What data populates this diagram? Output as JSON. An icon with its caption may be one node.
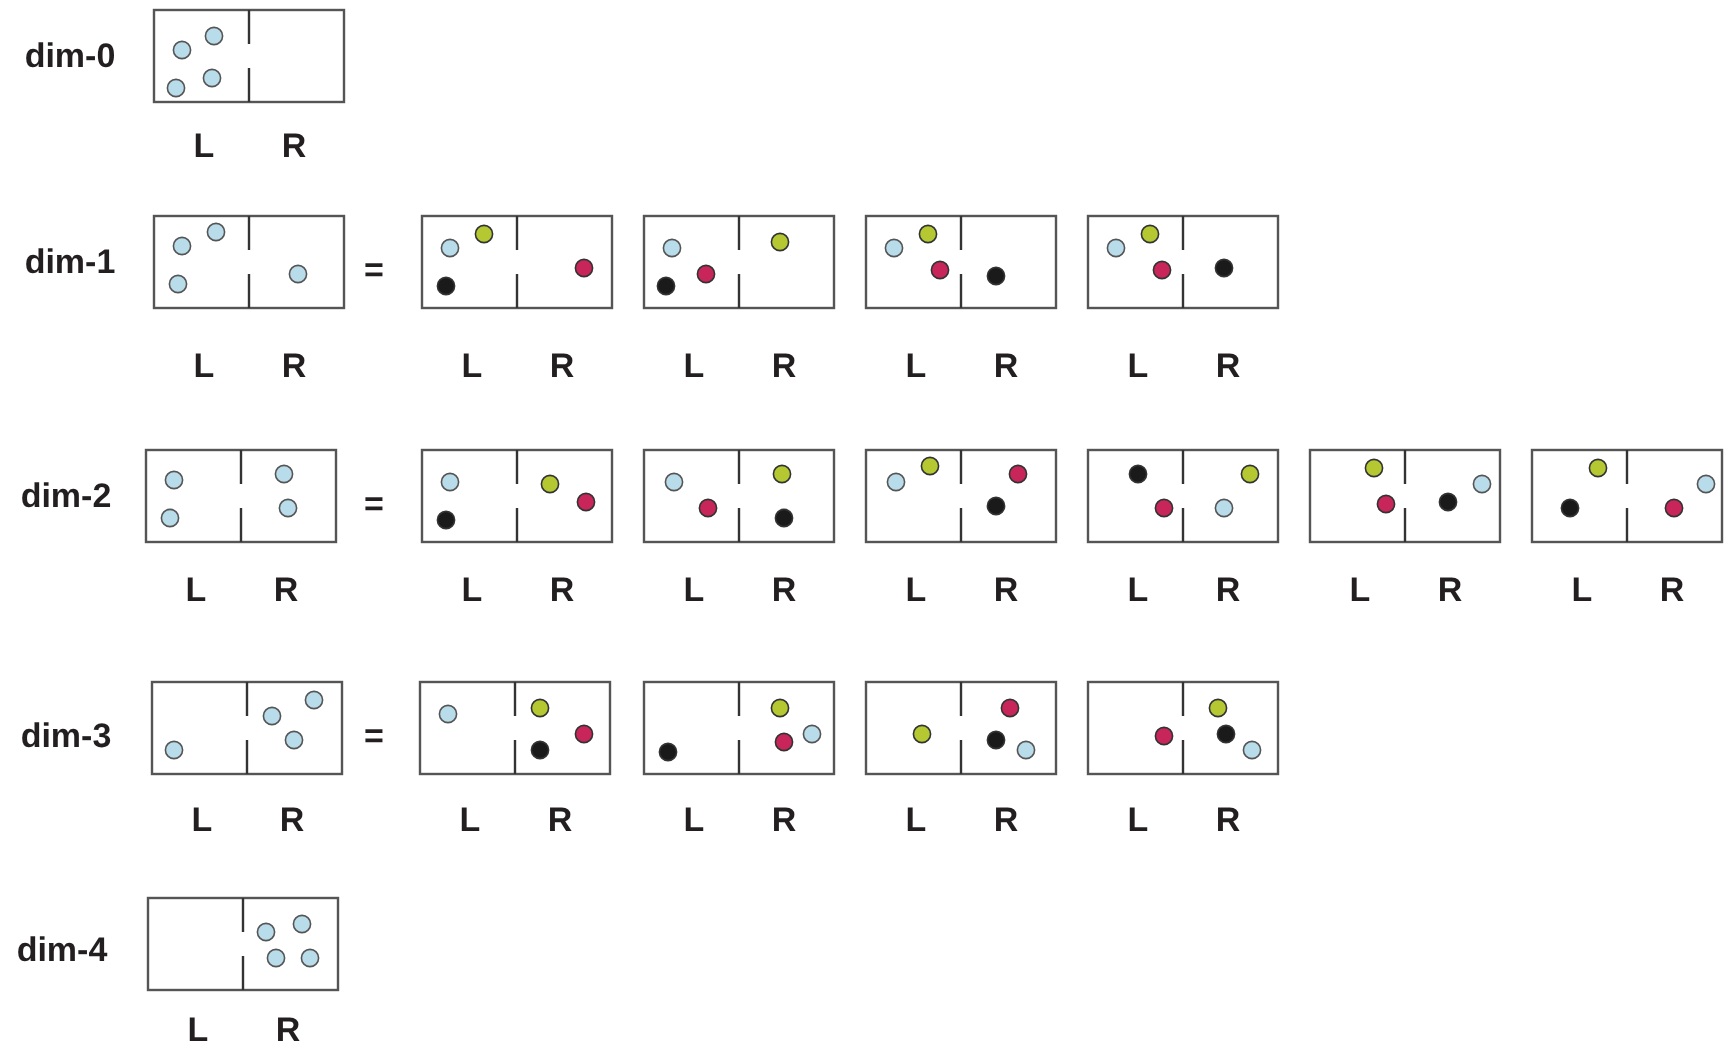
{
  "diagram": {
    "labels": [
      "dim-0",
      "L",
      "R",
      "dim-1",
      "=",
      "L",
      "R",
      "L",
      "R",
      "L",
      "R",
      "L",
      "R",
      "L",
      "R",
      "dim-2",
      "=",
      "L",
      "R",
      "L",
      "R",
      "L",
      "R",
      "L",
      "R",
      "L",
      "R",
      "L",
      "R",
      "L",
      "R",
      "dim-3",
      "=",
      "L",
      "R",
      "L",
      "R",
      "L",
      "R",
      "L",
      "R",
      "L",
      "R",
      "dim-4",
      "L",
      "R"
    ]
  }
}
